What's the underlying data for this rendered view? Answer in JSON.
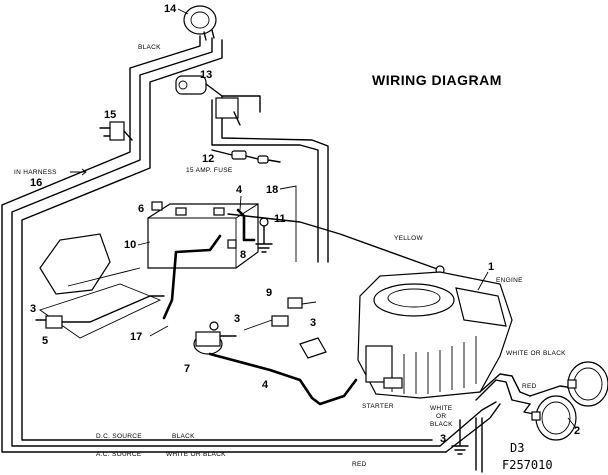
{
  "title": "WIRING DIAGRAM",
  "reference": {
    "line1": "D3",
    "line2": "F257010"
  },
  "callouts": {
    "n1": "1",
    "n2": "2",
    "n3a": "3",
    "n3b": "3",
    "n3c": "3",
    "n3d": "3",
    "n4a": "4",
    "n4b": "4",
    "n5": "5",
    "n6": "6",
    "n7": "7",
    "n8": "8",
    "n9": "9",
    "n10": "10",
    "n11": "11",
    "n12": "12",
    "n13": "13",
    "n14": "14",
    "n15": "15",
    "n16": "16",
    "n17": "17",
    "n18": "18"
  },
  "labels": {
    "black_top": "BLACK",
    "in_harness": "IN HARNESS",
    "fuse": "15 AMP. FUSE",
    "yellow": "YELLOW",
    "engine": "ENGINE",
    "white_or_black_right": "WHITE OR BLACK",
    "red_right": "RED",
    "white_or_black_mid_1": "WHITE",
    "white_or_black_mid_2": "OR",
    "white_or_black_mid_3": "BLACK",
    "starter": "STARTER",
    "dc_source": "D.C. SOURCE",
    "dc_black": "BLACK",
    "ac_source": "A.C. SOURCE",
    "ac_white_or_black": "WHITE OR BLACK",
    "red_bottom": "RED"
  }
}
